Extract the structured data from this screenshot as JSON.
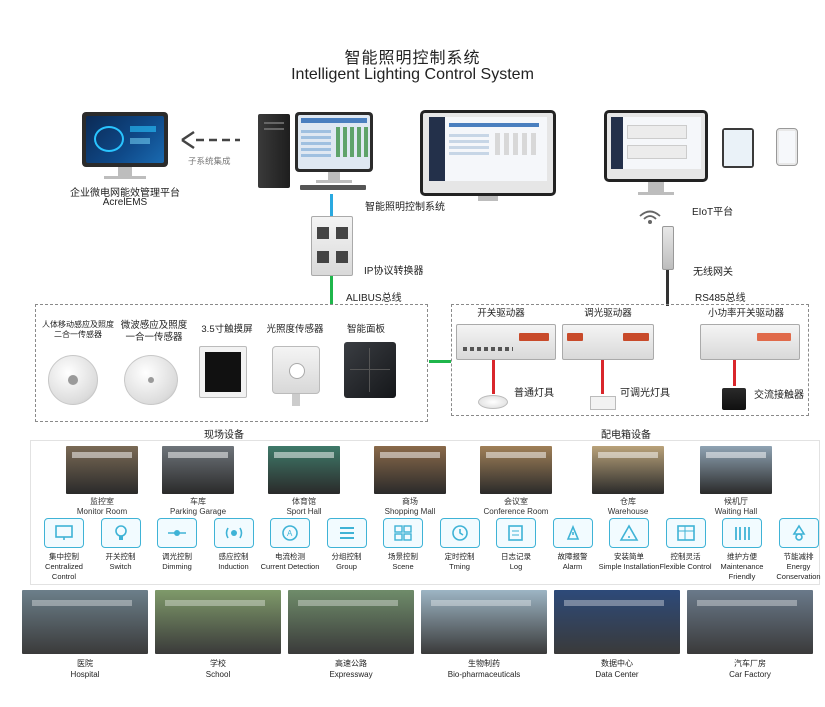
{
  "title": {
    "zh": "智能照明控制系统",
    "en": "Intelligent Lighting Control System"
  },
  "top": {
    "ems_label_zh": "企业微电网能效管理平台",
    "ems_label_en": "AcrelEMS",
    "integration_label": "子系统集成",
    "system_label": "智能照明控制系统",
    "eiot_label": "EIoT平台",
    "ip_converter_label": "IP协议转换器",
    "alibus_label": "ALIBUS总线",
    "gateway_label": "无线网关",
    "rs485_label": "RS485总线"
  },
  "field": {
    "section_label": "现场设备",
    "devices": [
      {
        "label": "人体移动感应及照度\n二合一传感器"
      },
      {
        "label": "微波感应及照度\n一合一传感器"
      },
      {
        "label": "3.5寸触摸屏"
      },
      {
        "label": "光照度传感器"
      },
      {
        "label": "智能面板"
      }
    ]
  },
  "cabinet": {
    "section_label": "配电箱设备",
    "drivers": [
      {
        "label": "开关驱动器",
        "load": "普通灯具"
      },
      {
        "label": "调光驱动器",
        "load": "可调光灯具"
      },
      {
        "label": "小功率开关驱动器",
        "load": "交流接触器"
      }
    ]
  },
  "scenes": [
    {
      "zh": "监控室",
      "en": "Monitor Room",
      "color": "#7a6a55"
    },
    {
      "zh": "车库",
      "en": "Parking Garage",
      "color": "#6e747a"
    },
    {
      "zh": "体育馆",
      "en": "Sport Hall",
      "color": "#3f7a6a"
    },
    {
      "zh": "商场",
      "en": "Shopping Mall",
      "color": "#8a6a4a"
    },
    {
      "zh": "会议室",
      "en": "Conference Room",
      "color": "#a08058"
    },
    {
      "zh": "仓库",
      "en": "Warehouse",
      "color": "#b9a27a"
    },
    {
      "zh": "候机厅",
      "en": "Waiting Hall",
      "color": "#8fa3b3"
    }
  ],
  "functions": [
    {
      "zh": "集中控制",
      "en": "Centralized\nControl",
      "icon": "monitor-icon"
    },
    {
      "zh": "开关控制",
      "en": "Switch",
      "icon": "bulb-icon"
    },
    {
      "zh": "调光控制",
      "en": "Dimming",
      "icon": "slider-icon"
    },
    {
      "zh": "感应控制",
      "en": "Induction",
      "icon": "wave-icon"
    },
    {
      "zh": "电流检测",
      "en": "Current Detection",
      "icon": "ampere-icon"
    },
    {
      "zh": "分组控制",
      "en": "Group",
      "icon": "list-icon"
    },
    {
      "zh": "场景控制",
      "en": "Scene",
      "icon": "grid-icon"
    },
    {
      "zh": "定时控制",
      "en": "Tming",
      "icon": "clock-icon"
    },
    {
      "zh": "日志记录",
      "en": "Log",
      "icon": "log-icon"
    },
    {
      "zh": "故障报警",
      "en": "Alarm",
      "icon": "alarm-icon"
    },
    {
      "zh": "安装简单",
      "en": "Simple Installation",
      "icon": "warning-icon"
    },
    {
      "zh": "控制灵活",
      "en": "Flexible Control",
      "icon": "table-icon"
    },
    {
      "zh": "维护方便",
      "en": "Maintenance\nFriendly",
      "icon": "tools-icon"
    },
    {
      "zh": "节能减排",
      "en": "Energy\nConservation",
      "icon": "recycle-icon"
    }
  ],
  "applications": [
    {
      "zh": "医院",
      "en": "Hospital",
      "color": "#6c7f8a"
    },
    {
      "zh": "学校",
      "en": "School",
      "color": "#7f9a6a"
    },
    {
      "zh": "高速公路",
      "en": "Expressway",
      "color": "#6f8c6a"
    },
    {
      "zh": "生物制药",
      "en": "Bio-pharmaceuticals",
      "color": "#9db5c4"
    },
    {
      "zh": "数据中心",
      "en": "Data Center",
      "color": "#2d4a7a"
    },
    {
      "zh": "汽车厂房",
      "en": "Car Factory",
      "color": "#6a7a8a"
    }
  ],
  "colors": {
    "accent_line": "#1fb64b",
    "red_wire": "#d9262b",
    "func_border": "#3fb3d6",
    "dash": "#8a8a8a"
  }
}
